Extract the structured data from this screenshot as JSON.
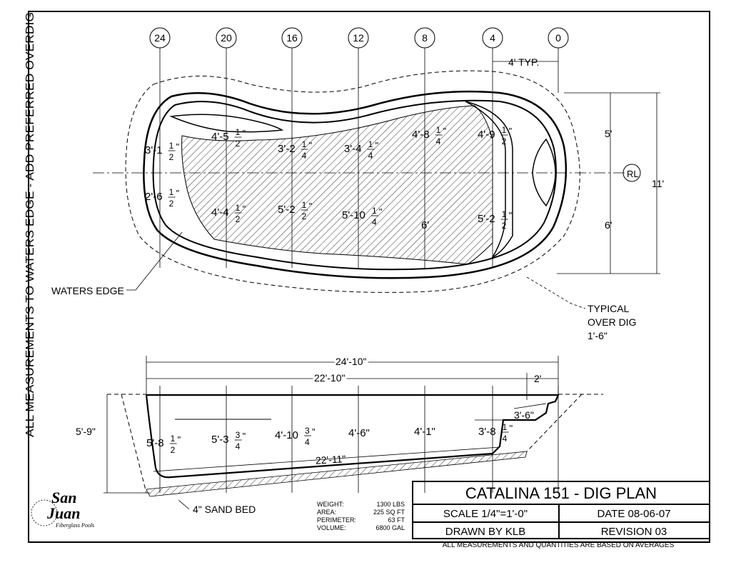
{
  "side_note": "ALL MEASUREMENTS TO WATERS EDGE - ADD PREFERRED OVERDIG",
  "stations": [
    "24",
    "20",
    "16",
    "12",
    "8",
    "4",
    "0"
  ],
  "plan": {
    "typ_spacing": "4' TYP.",
    "centerline": "RL",
    "widths": {
      "top": "5'",
      "bottom": "6'",
      "overall": "11'"
    },
    "half_widths_upper": [
      {
        "text": "3'-1",
        "frac": "1/2",
        "mark": "\""
      },
      {
        "text": "4'-5",
        "frac": "1/2",
        "mark": "\""
      },
      {
        "text": "3'-2",
        "frac": "1/4",
        "mark": "\""
      },
      {
        "text": "3'-4",
        "frac": "1/4",
        "mark": "\""
      },
      {
        "text": "4'-8",
        "frac": "1/4",
        "mark": "\""
      },
      {
        "text": "4'-9",
        "frac": "1/2",
        "mark": "\""
      }
    ],
    "half_widths_lower": [
      {
        "text": "2'-6",
        "frac": "1/2",
        "mark": "\""
      },
      {
        "text": "4'-4",
        "frac": "1/2",
        "mark": "\""
      },
      {
        "text": "5'-2",
        "frac": "1/2",
        "mark": "\""
      },
      {
        "text": "5'-10",
        "frac": "1/4",
        "mark": "\""
      },
      {
        "text": "6'",
        "frac": "",
        "mark": ""
      },
      {
        "text": "5'-2",
        "frac": "1/2",
        "mark": "\""
      }
    ],
    "waters_edge": "WATERS EDGE",
    "overdig": [
      "TYPICAL",
      "OVER DIG",
      "1'-6\""
    ]
  },
  "section": {
    "overall_length": "24'-10\"",
    "length_a": "22'-10\"",
    "length_b": "2'",
    "floor_length": "22'-11\"",
    "depth_total": "5'-9\"",
    "step": "3'-6\"",
    "sand_bed": "4\" SAND BED",
    "depths": [
      {
        "text": "5'-8",
        "frac": "1/2",
        "mark": "\""
      },
      {
        "text": "5'-3",
        "frac": "3/4",
        "mark": "\""
      },
      {
        "text": "4'-10",
        "frac": "3/4",
        "mark": "\""
      },
      {
        "text": "4'-6\"",
        "frac": "",
        "mark": ""
      },
      {
        "text": "4'-1\"",
        "frac": "",
        "mark": ""
      },
      {
        "text": "3'-8",
        "frac": "1/4",
        "mark": "\""
      }
    ]
  },
  "logo": {
    "line1": "San",
    "line2": "Juan",
    "tagline": "Fiberglass Pools"
  },
  "specs": [
    {
      "label": "WEIGHT:",
      "value": "1300 LBS"
    },
    {
      "label": "AREA:",
      "value": "225 SQ FT"
    },
    {
      "label": "PERIMETER:",
      "value": "63 FT"
    },
    {
      "label": "VOLUME:",
      "value": "6800 GAL"
    }
  ],
  "title_block": {
    "title": "CATALINA 151 - DIG PLAN",
    "scale": "SCALE 1/4\"=1'-0\"",
    "date": "DATE 08-06-07",
    "drawn_by": "DRAWN BY KLB",
    "revision": "REVISION 03",
    "footnote": "ALL MEASUREMENTS AND QUANTITIES ARE BASED ON AVERAGES"
  }
}
